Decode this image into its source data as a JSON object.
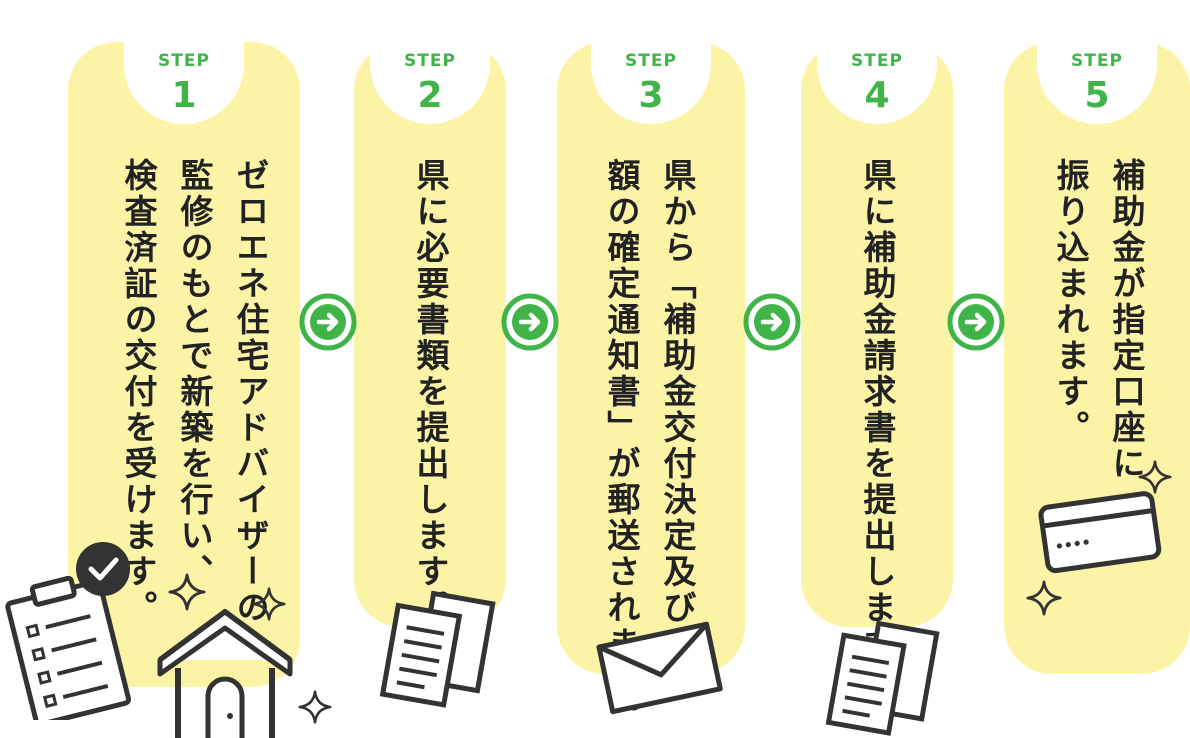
{
  "steps": [
    {
      "label": "STEP",
      "number": "1",
      "lines": [
        "ゼロエネ住宅アドバイザーの",
        "監修のもとで新築を行い、",
        "検査済証の交付を受けます。"
      ]
    },
    {
      "label": "STEP",
      "number": "2",
      "lines": [
        "県に必要書類を提出します。"
      ]
    },
    {
      "label": "STEP",
      "number": "3",
      "lines": [
        "県から「補助金交付決定及び",
        "額の確定通知書」が郵送されます。"
      ]
    },
    {
      "label": "STEP",
      "number": "4",
      "lines": [
        "県に補助金請求書を提出します。"
      ]
    },
    {
      "label": "STEP",
      "number": "5",
      "lines": [
        "補助金が指定口座に",
        "振り込まれます。"
      ]
    }
  ],
  "icons": {
    "step1": [
      "checklist-clipboard-icon",
      "house-icon",
      "sparkle-icon"
    ],
    "step2": [
      "documents-icon"
    ],
    "step3": [
      "envelope-icon"
    ],
    "step4": [
      "documents-icon"
    ],
    "step5": [
      "bank-card-icon",
      "sparkle-icon"
    ],
    "arrow": "arrow-right-circle-icon"
  },
  "colors": {
    "card": "#fbf3a6",
    "accent": "#40b449",
    "text": "#222222"
  }
}
